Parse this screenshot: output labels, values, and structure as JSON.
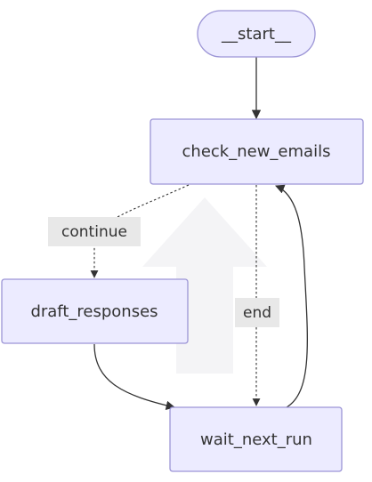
{
  "nodes": {
    "start": "__start__",
    "check_new_emails": "check_new_emails",
    "draft_responses": "draft_responses",
    "wait_next_run": "wait_next_run"
  },
  "edge_labels": {
    "continue": "continue",
    "end": "end"
  },
  "colors": {
    "node_fill": "#ecebff",
    "node_border": "#9c95d6",
    "edge": "#333333",
    "label_bg": "#e8e8e8"
  }
}
